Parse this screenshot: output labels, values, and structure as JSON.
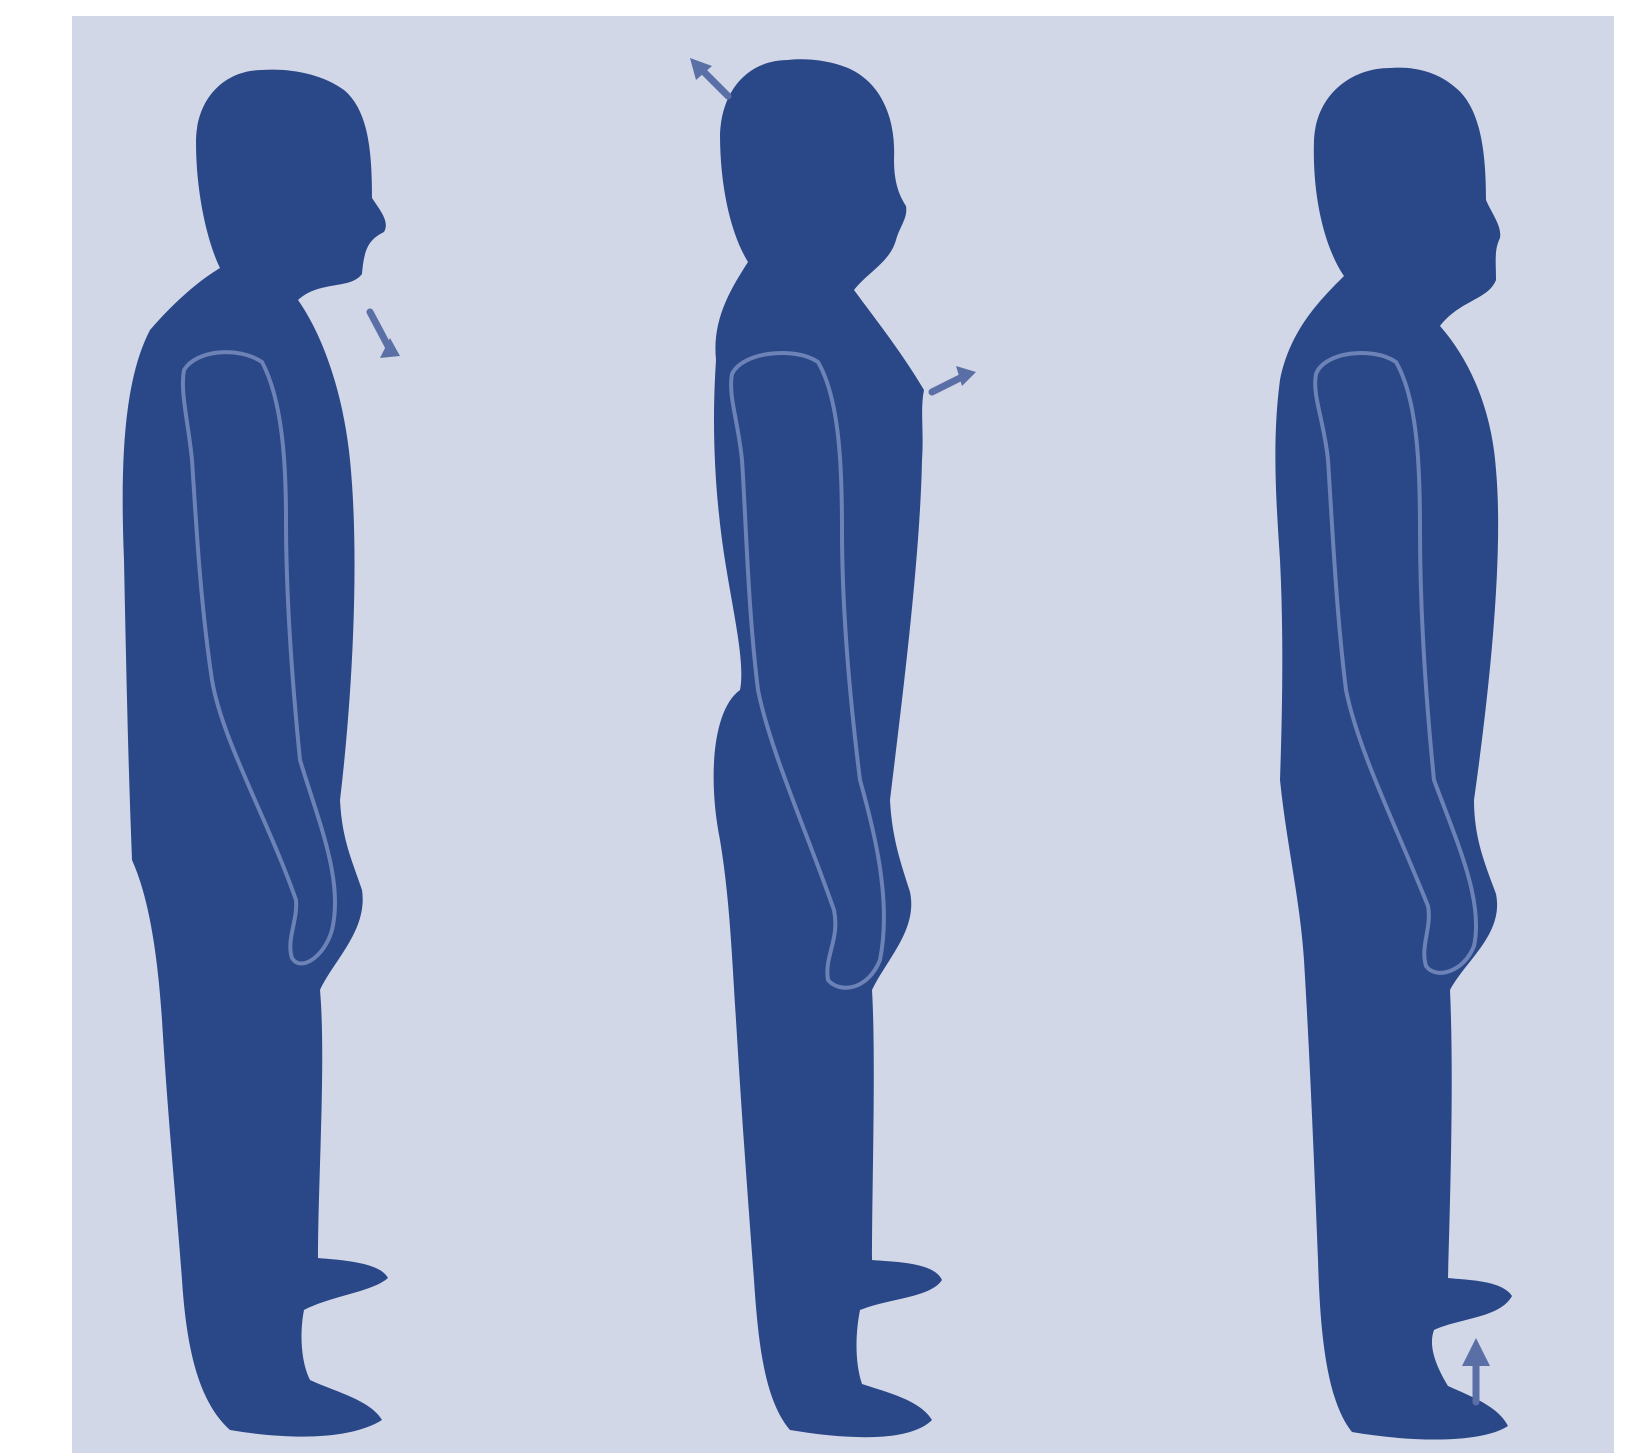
{
  "colors": {
    "panel_background": "#d1d7e6",
    "figure": "#2a4787",
    "arm_outline": "#6d83b7",
    "arrow": "#5a6fa6",
    "page_background": "#ffffff"
  },
  "figures": [
    {
      "pose": "standing-side-view",
      "arrow_icon": "arrow-down-right-icon"
    },
    {
      "pose": "standing-side-view",
      "arrow_icons": [
        "arrow-up-left-icon",
        "arrow-right-icon"
      ]
    },
    {
      "pose": "standing-side-view",
      "arrow_icon": "arrow-up-icon"
    }
  ]
}
